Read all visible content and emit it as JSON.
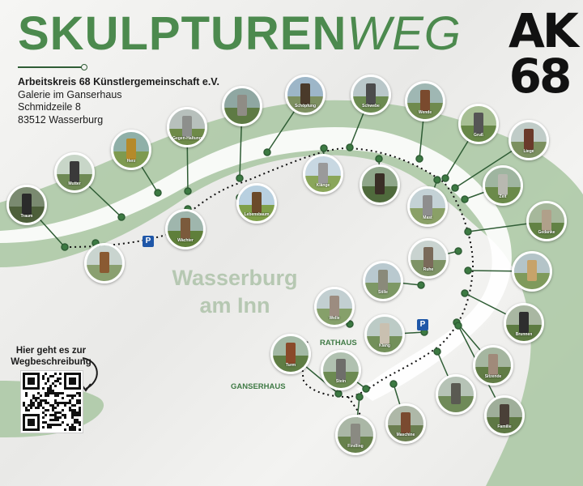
{
  "title": {
    "bold": "SKULPTUREN",
    "light": "WEG"
  },
  "logo": {
    "line1": "AK",
    "line2": "68"
  },
  "address": {
    "org": "Arbeitskreis 68 Künstlergemeinschaft e.V.",
    "line1": "Galerie im Ganserhaus",
    "line2": "Schmidzeile 8",
    "line3": "83512 Wasserburg"
  },
  "city": {
    "line1": "Wasserburg",
    "line2": "am Inn"
  },
  "places": {
    "rathaus": "RATHAUS",
    "ganserhaus": "GANSERHAUS"
  },
  "parking_label": "P",
  "cta": {
    "line1": "Hier geht es zur",
    "line2": "Wegbeschreibung"
  },
  "colors": {
    "title_green": "#4c8a4e",
    "river_green": "#a9c7a2",
    "line_green": "#2f5d35",
    "parking_blue": "#1f57a8"
  },
  "icons": {
    "qr": "qr-code-icon",
    "arrow": "curved-arrow-icon",
    "parking": "parking-sign-icon"
  },
  "sculptures": [
    {
      "label": "Traum",
      "sky": "#7a8a70",
      "ground": "#4d5f3a",
      "obj": "#2b2b2b"
    },
    {
      "label": "Mutter",
      "sky": "#c8d6c8",
      "ground": "#6f8a55",
      "obj": "#3a3a3a"
    },
    {
      "label": "",
      "sky": "#c9d4cf",
      "ground": "#8aa070",
      "obj": "#8a5a32"
    },
    {
      "label": "Herz",
      "sky": "#8fb0a8",
      "ground": "#7e9a50",
      "obj": "#b58a2a"
    },
    {
      "label": "Gegen-Haltung",
      "sky": "#b7c0bc",
      "ground": "#6e8a48",
      "obj": "#8d8f8c"
    },
    {
      "label": "Wächter",
      "sky": "#9fb6ad",
      "ground": "#5f7f3a",
      "obj": "#7b5a3c"
    },
    {
      "label": "",
      "sky": "#8fa7a2",
      "ground": "#5e7a44",
      "obj": "#8f8c85"
    },
    {
      "label": "Lebensbaum",
      "sky": "#b8d0e0",
      "ground": "#7fa04a",
      "obj": "#6b4a2a"
    },
    {
      "label": "Schöpfung",
      "sky": "#9db6c8",
      "ground": "#7d8f60",
      "obj": "#4a3a2a"
    },
    {
      "label": "Klänge",
      "sky": "#c8d8e2",
      "ground": "#8aa65a",
      "obj": "#9a9a9a"
    },
    {
      "label": "Schwebe",
      "sky": "#b9c7c9",
      "ground": "#6b8a50",
      "obj": "#4c4c4c"
    },
    {
      "label": "",
      "sky": "#8fa68a",
      "ground": "#4f6a3c",
      "obj": "#3a2e26"
    },
    {
      "label": "Wende",
      "sky": "#9fb7b3",
      "ground": "#6f8a4e",
      "obj": "#7a4a2e"
    },
    {
      "label": "Mast",
      "sky": "#c4d2d6",
      "ground": "#8aa067",
      "obj": "#8e8e8e"
    },
    {
      "label": "Gruß",
      "sky": "#a7bf94",
      "ground": "#678747",
      "obj": "#555"
    },
    {
      "label": "Zeit",
      "sky": "#9fb5a0",
      "ground": "#6b8a4a",
      "obj": "#b8b8b0"
    },
    {
      "label": "Liege",
      "sky": "#c0ccc8",
      "ground": "#7c9060",
      "obj": "#6a3a2a"
    },
    {
      "label": "Gedanke",
      "sky": "#a6b89b",
      "ground": "#628244",
      "obj": "#b0a08a"
    },
    {
      "label": "Ruhe",
      "sky": "#c9d3d0",
      "ground": "#7e9366",
      "obj": "#7a6a5a"
    },
    {
      "label": "",
      "sky": "#b4c4c8",
      "ground": "#7f9a5c",
      "obj": "#c7a36a"
    },
    {
      "label": "Stille",
      "sky": "#b9c9cf",
      "ground": "#7d9865",
      "obj": "#8a8a7a"
    },
    {
      "label": "Brunnen",
      "sky": "#a9b7a2",
      "ground": "#5d7b42",
      "obj": "#2e2e2e"
    },
    {
      "label": "Welle",
      "sky": "#c2cfd1",
      "ground": "#86a06a",
      "obj": "#9c8c80"
    },
    {
      "label": "Klang",
      "sky": "#bccbc6",
      "ground": "#73905a",
      "obj": "#c9c0b0"
    },
    {
      "label": "Sitzende",
      "sky": "#a5b6a0",
      "ground": "#617c45",
      "obj": "#a08a7a"
    },
    {
      "label": "Turm",
      "sky": "#a3b9a5",
      "ground": "#5f7d44",
      "obj": "#8a4a2a"
    },
    {
      "label": "Stein",
      "sky": "#b0c1b0",
      "ground": "#6c8a52",
      "obj": "#6e6e6a"
    },
    {
      "label": "",
      "sky": "#b6c3b6",
      "ground": "#6f8a58",
      "obj": "#5a5a52"
    },
    {
      "label": "Familie",
      "sky": "#9fae9a",
      "ground": "#5e7844",
      "obj": "#4a4038"
    },
    {
      "label": "Maschine",
      "sky": "#aeb8a8",
      "ground": "#6a7e50",
      "obj": "#7a4a30"
    },
    {
      "label": "Findling",
      "sky": "#aab7a6",
      "ground": "#67814c",
      "obj": "#8a8a82"
    }
  ]
}
